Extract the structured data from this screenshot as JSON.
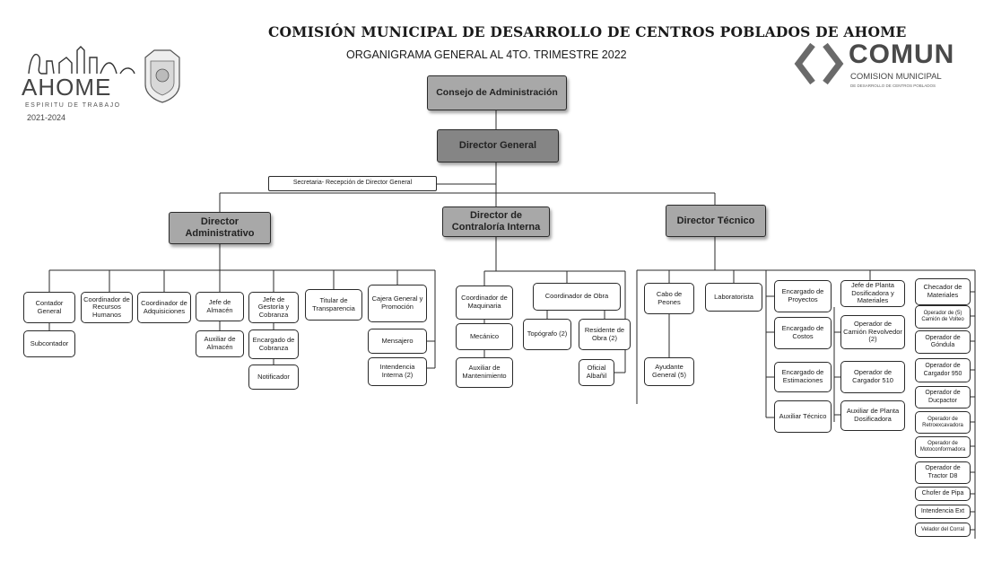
{
  "header": {
    "title": "COMISIÓN MUNICIPAL DE DESARROLLO DE CENTROS POBLADOS DE AHOME",
    "subtitle": "ORGANIGRAMA GENERAL AL 4TO. TRIMESTRE 2022"
  },
  "left_logo": {
    "name": "AHOME",
    "tagline": "ESPIRITU DE TRABAJO",
    "years": "2021-2024"
  },
  "right_logo": {
    "name": "COMUN",
    "line1": "COMISION MUNICIPAL",
    "line2": "DE DESARROLLO DE CENTROS POBLADOS"
  },
  "org": {
    "consejo": "Consejo de Administración",
    "director_general": "Director General",
    "secretaria": "Secretaria- Recepción de Director General",
    "dir_admin": "Director Administrativo",
    "dir_contraloria": "Director de Contraloría Interna",
    "dir_tecnico": "Director Técnico",
    "admin": {
      "contador": "Contador General",
      "subcontador": "Subcontador",
      "rh": "Coordinador de Recursos Humanos",
      "adquisiciones": "Coordinador de Adquisiciones",
      "jefe_almacen": "Jefe de Almacén",
      "aux_almacen": "Auxiliar de Almacén",
      "jefe_gestoria": "Jefe de Gestoría y Cobranza",
      "enc_cobranza": "Encargado de Cobranza",
      "notificador": "Notificador",
      "transparencia": "Titular de Transparencia",
      "cajera": "Cajera General y Promoción",
      "mensajero": "Mensajero",
      "intendencia_int": "Intendencia Interna (2)"
    },
    "contraloria": {
      "coord_maquinaria": "Coordinador de Maquinaria",
      "mecanico": "Mecánico",
      "aux_mantenimiento": "Auxiliar de Mantenimiento",
      "coord_obra": "Coordinador de Obra",
      "topografo": "Topógrafo (2)",
      "residente": "Residente de Obra (2)",
      "oficial": "Oficial Albañil"
    },
    "tecnico": {
      "cabo": "Cabo de Peones",
      "ayudante": "Ayudante General (5)",
      "laboratorista": "Laboratorista",
      "enc_proyectos": "Encargado de Proyectos",
      "enc_costos": "Encargado de Costos",
      "enc_estimaciones": "Encargado de Estimaciones",
      "aux_tecnico": "Auxiliar Técnico",
      "jefe_planta": "Jefe de Planta Dosificadora y Materiales",
      "op_camion": "Operador de Camión Revolvedor (2)",
      "op_cargador510": "Operador de Cargador 510",
      "aux_planta": "Auxiliar de Planta Dosificadora",
      "checador": "Checador de Materiales",
      "op_volteo": "Operador de (5) Camión de Volteo",
      "op_gondola": "Operador de Góndula",
      "op_cargador950": "Operador de Cargador 950",
      "op_duo": "Operador de Ducpactor",
      "op_retro": "Operador de Retroexcavadora",
      "op_moto": "Operador de Motoconformadora",
      "op_tractor": "Operador de Tractor D8",
      "chofer_pipa": "Chofer de Pipa",
      "intendencia_ext": "Intendencia Ext",
      "velador": "Velador del Corral"
    }
  }
}
